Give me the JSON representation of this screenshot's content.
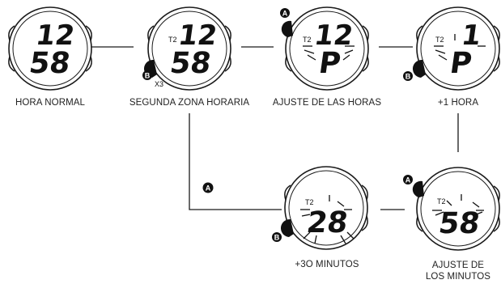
{
  "watches": [
    {
      "id": "w1",
      "top": "12",
      "bottom": "58",
      "tag": "",
      "label": "HORA NORMAL"
    },
    {
      "id": "w2",
      "top": "12",
      "bottom": "58",
      "tag": "T2",
      "label": "SEGUNDA ZONA HORARIA"
    },
    {
      "id": "w3",
      "top": "12",
      "bottom": "P",
      "tag": "T2",
      "label": "AJUSTE DE LAS HORAS"
    },
    {
      "id": "w4",
      "top": "1",
      "bottom": "P",
      "tag": "T2",
      "label": "+1 HORA"
    },
    {
      "id": "w5",
      "top": "",
      "bottom": "28",
      "tag": "T2",
      "label": "+3O MINUTOS"
    },
    {
      "id": "w6",
      "top": "",
      "bottom": "58",
      "tag": "T2",
      "label_line1": "AJUSTE DE",
      "label_line2": "LOS MINUTOS"
    }
  ],
  "buttons": {
    "A": "A",
    "B": "B"
  },
  "annotations": {
    "press_count": "X3"
  },
  "colors": {
    "stroke": "#1a1a1a",
    "button_fill": "#111111",
    "background": "#ffffff"
  }
}
